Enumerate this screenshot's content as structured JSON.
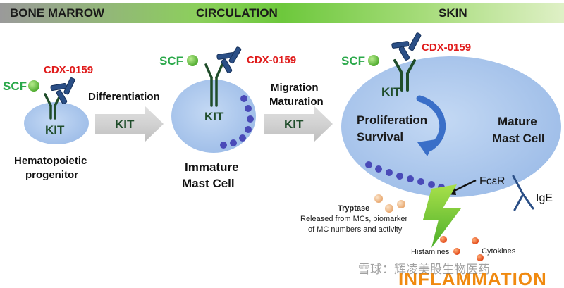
{
  "stages": [
    "BONE MARROW",
    "CIRCULATION",
    "SKIN"
  ],
  "labels": {
    "scf": "SCF",
    "cdx": "CDX-0159",
    "kit": "KIT",
    "differentiation": "Differentiation",
    "migration": "Migration",
    "maturation": "Maturation",
    "hematopoietic_1": "Hematopoietic",
    "hematopoietic_2": "progenitor",
    "immature_1": "Immature",
    "immature_2": "Mast Cell",
    "proliferation": "Proliferation",
    "survival": "Survival",
    "mature_1": "Mature",
    "mature_2": "Mast Cell",
    "fcer": "FcεR",
    "ige": "IgE",
    "tryptase": "Tryptase",
    "tryptase_desc_1": "Released from MCs, biomarker",
    "tryptase_desc_2": "of MC numbers and activity",
    "histamines": "Histamines",
    "cytokines": "Cytokines",
    "inflammation": "INFLAMMATION",
    "watermark": "雪球：辉凌美股生物医药"
  },
  "colors": {
    "header_start": "#9a9a9a",
    "header_mid": "#6dc83c",
    "header_end": "#cfe9a8",
    "cell_fill": "#a9c6ec",
    "kit_green": "#1f4d2a",
    "antibody_blue": "#2b4f86",
    "scf_green": "#5fbf3a",
    "cdx_red": "#e01b1b",
    "granule": "#4a4ab8",
    "inflammation": "#f08a10"
  }
}
